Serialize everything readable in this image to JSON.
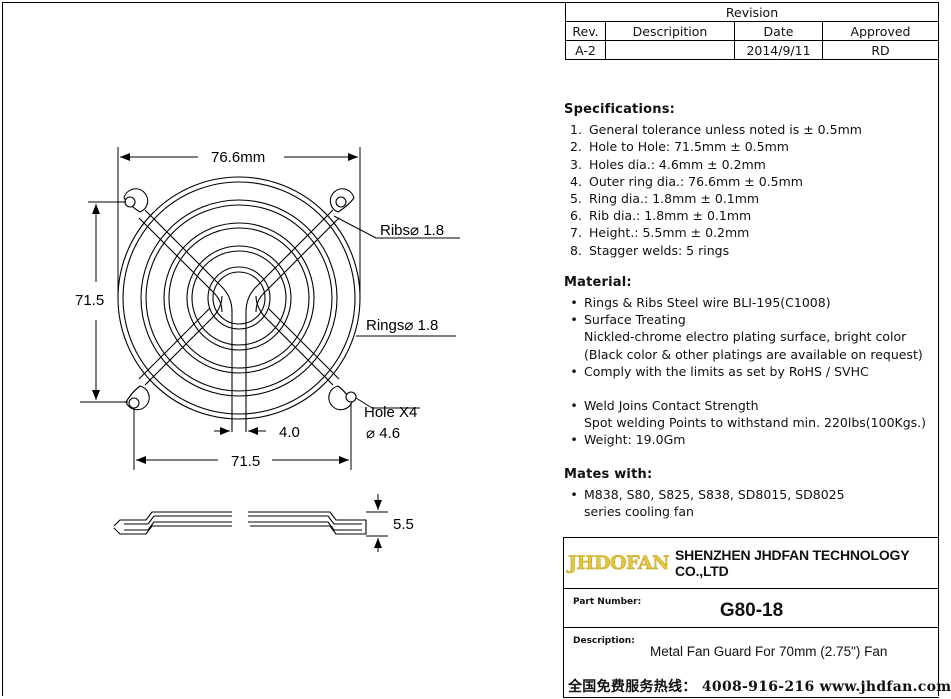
{
  "revision": {
    "title": "Revision",
    "headers": [
      "Rev.",
      "Descripition",
      "Date",
      "Approved"
    ],
    "row": [
      "A-2",
      "",
      "2014/9/11",
      "RD"
    ]
  },
  "drawing": {
    "dim_outer": "76.6mm",
    "dim_hole_vertical": "71.5",
    "dim_hole_horizontal": "71.5",
    "dim_center": "4.0",
    "ribs_label": "Ribs⌀ 1.8",
    "rings_label": "Rings⌀ 1.8",
    "hole_label": "Hole X4",
    "hole_dia": "⌀ 4.6",
    "height_label": "5.5"
  },
  "specifications": {
    "heading": "Specifications:",
    "items": [
      "General tolerance unless noted is ± 0.5mm",
      "Hole to Hole: 71.5mm ± 0.5mm",
      "Holes dia.: 4.6mm ± 0.2mm",
      "Outer ring dia.: 76.6mm ± 0.5mm",
      "Ring  dia.: 1.8mm ± 0.1mm",
      "Rib  dia.: 1.8mm ± 0.1mm",
      "Height.: 5.5mm ± 0.2mm",
      "Stagger welds: 5 rings"
    ]
  },
  "material": {
    "heading": "Material:",
    "item1": "Rings & Ribs Steel wire BLI-195(C1008)",
    "item2": "Surface Treating",
    "item2_sub1": "Nickled-chrome electro plating surface, bright color",
    "item2_sub2": "(Black color & other platings are available on request)",
    "item3": "Comply with the limits as set by RoHS / SVHC",
    "item4": "Weld Joins Contact Strength",
    "item4_sub1": "Spot welding Points to withstand min. 220lbs(100Kgs.)",
    "item5": "Weight: 19.0Gm"
  },
  "mates": {
    "heading": "Mates with:",
    "item1": "M838, S80, S825, S838, SD8015, SD8025",
    "item1_sub": "series cooling fan"
  },
  "title_block": {
    "logo": "JHDOFAN",
    "company": "SHENZHEN JHDFAN TECHNOLOGY CO.,LTD",
    "part_label": "Part Number:",
    "part_number": "G80-18",
    "desc_label": "Description:",
    "description": "Metal  Fan Guard  For 70mm (2.75\") Fan"
  },
  "hotline": "全国免费服务热线： 4008-916-216  www.jhdfan.com"
}
